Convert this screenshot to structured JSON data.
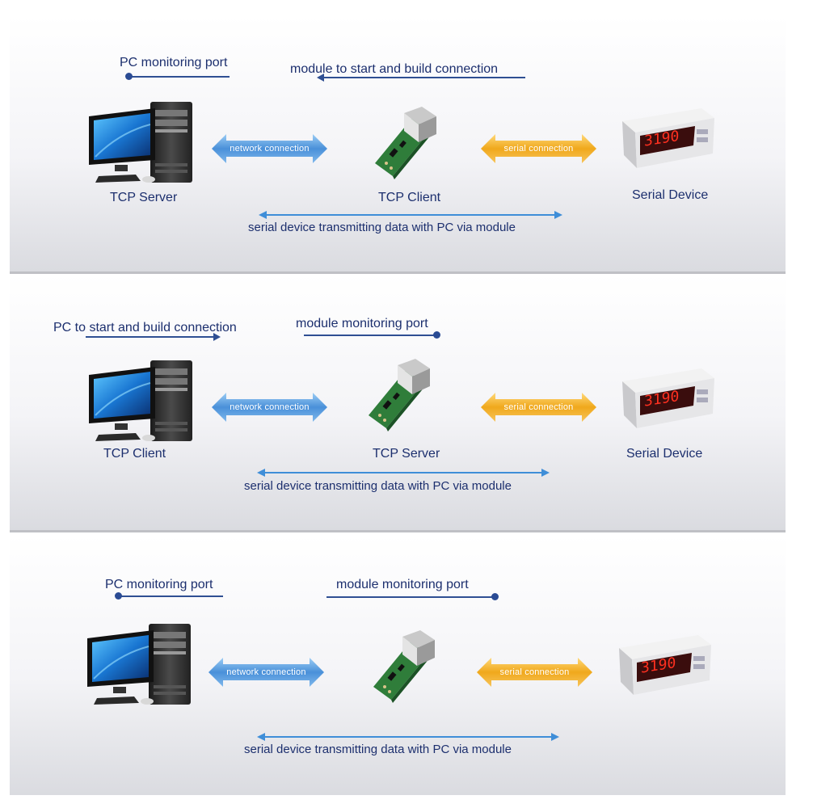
{
  "panels": [
    {
      "top_note_left": "PC monitoring port",
      "top_note_right": "module to start and build connection",
      "left_device": "TCP Server",
      "middle_device": "TCP Client",
      "right_device": "Serial Device",
      "network_arrow": "network connection",
      "serial_arrow": "serial connection",
      "bottom_note": "serial device transmitting data with PC via module"
    },
    {
      "top_note_left": "PC to start and build connection",
      "top_note_right": "module monitoring port",
      "left_device": "TCP Client",
      "middle_device": "TCP Server",
      "right_device": "Serial Device",
      "network_arrow": "network connection",
      "serial_arrow": "serial connection",
      "bottom_note": "serial device transmitting data with PC via module"
    },
    {
      "top_note_left": "PC monitoring port",
      "top_note_right": "module monitoring port",
      "network_arrow": "network connection",
      "serial_arrow": "serial connection",
      "bottom_note": "serial device transmitting data with PC via module"
    }
  ],
  "display_readout": "3190",
  "colors": {
    "network_arrow": "#4a90d9",
    "serial_arrow": "#f0a81c",
    "text": "#1c2f6e",
    "transmit_line": "#3f8ed8"
  }
}
